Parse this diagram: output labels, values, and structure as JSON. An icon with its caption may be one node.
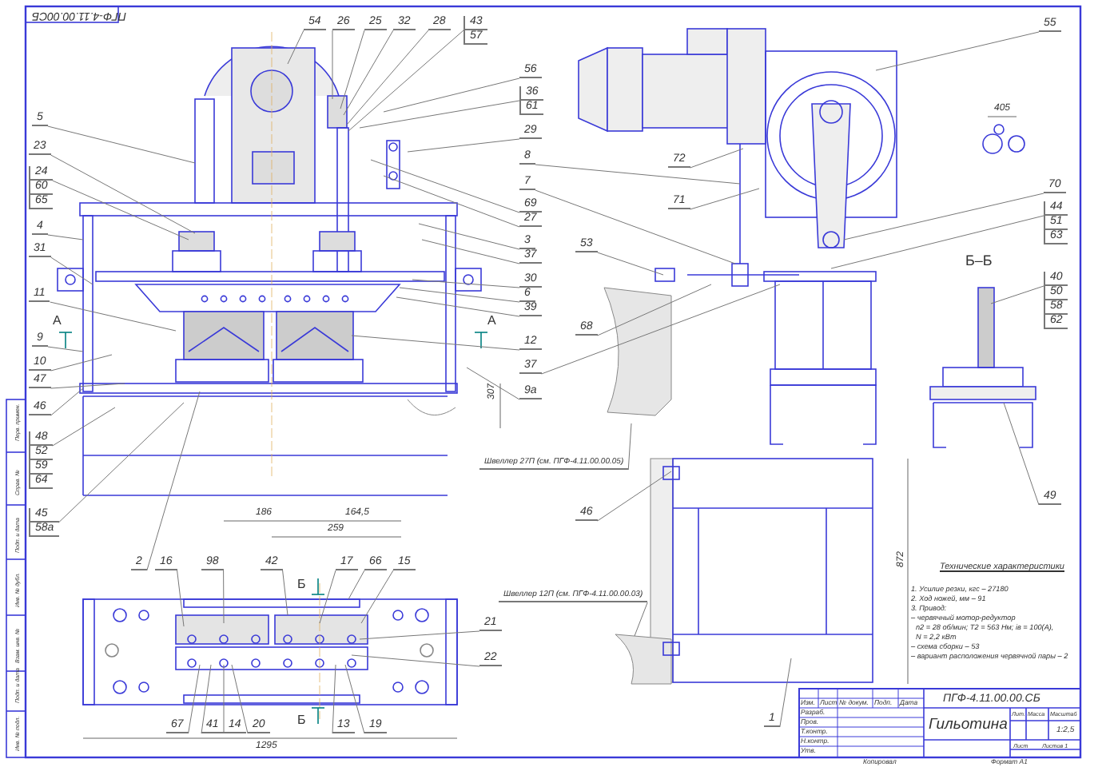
{
  "diagram": {
    "title": "Гильотина",
    "nodes": [
      {
        "text": [
          "54"
        ]
      },
      {
        "text": [
          "26"
        ]
      },
      {
        "text": [
          "25"
        ]
      },
      {
        "text": [
          "32"
        ]
      },
      {
        "text": [
          "28"
        ]
      },
      {
        "text": [
          "43",
          "57"
        ]
      },
      {
        "text": [
          "5"
        ]
      },
      {
        "text": [
          "23"
        ]
      },
      {
        "text": [
          "24",
          "60",
          "65"
        ]
      },
      {
        "text": [
          "4"
        ]
      },
      {
        "text": [
          "31"
        ]
      },
      {
        "text": [
          "11"
        ]
      },
      {
        "text": [
          "9"
        ]
      },
      {
        "text": [
          "10"
        ]
      },
      {
        "text": [
          "47"
        ]
      },
      {
        "text": [
          "46"
        ]
      },
      {
        "text": [
          "48",
          "52",
          "59",
          "64"
        ]
      },
      {
        "text": [
          "45",
          "58а"
        ]
      },
      {
        "text": [
          "2"
        ]
      },
      {
        "text": [
          "16"
        ]
      },
      {
        "text": [
          "98"
        ]
      },
      {
        "text": [
          "42"
        ]
      },
      {
        "text": [
          "17"
        ]
      },
      {
        "text": [
          "66"
        ]
      },
      {
        "text": [
          "15"
        ]
      },
      {
        "text": [
          "21"
        ]
      },
      {
        "text": [
          "22"
        ]
      },
      {
        "text": [
          "67"
        ]
      },
      {
        "text": [
          "41"
        ]
      },
      {
        "text": [
          "14"
        ]
      },
      {
        "text": [
          "20"
        ]
      },
      {
        "text": [
          "13"
        ]
      },
      {
        "text": [
          "19"
        ]
      },
      {
        "text": [
          "56"
        ]
      },
      {
        "text": [
          "36",
          "61"
        ]
      },
      {
        "text": [
          "29"
        ]
      },
      {
        "text": [
          "8"
        ]
      },
      {
        "text": [
          "7"
        ]
      },
      {
        "text": [
          "69"
        ]
      },
      {
        "text": [
          "27"
        ]
      },
      {
        "text": [
          "3"
        ]
      },
      {
        "text": [
          "37"
        ]
      },
      {
        "text": [
          "30"
        ]
      },
      {
        "text": [
          "6"
        ]
      },
      {
        "text": [
          "39"
        ]
      },
      {
        "text": [
          "12"
        ]
      },
      {
        "text": [
          "37"
        ]
      },
      {
        "text": [
          "9а"
        ]
      },
      {
        "text": [
          "55"
        ]
      },
      {
        "text": [
          "72"
        ]
      },
      {
        "text": [
          "71"
        ]
      },
      {
        "text": [
          "53"
        ]
      },
      {
        "text": [
          "68"
        ]
      },
      {
        "text": [
          "70"
        ]
      },
      {
        "text": [
          "44",
          "51",
          "63"
        ]
      },
      {
        "text": [
          "40",
          "50",
          "58",
          "62"
        ]
      },
      {
        "text": [
          "49"
        ]
      },
      {
        "text": [
          "46"
        ]
      },
      {
        "text": [
          "1"
        ]
      },
      {
        "text": [
          "Швеллер 27П (см. ПГФ-4.11.00.00.05)"
        ]
      },
      {
        "text": [
          "Швеллер 12П (см. ПГФ-4.11.00.00.03)"
        ]
      }
    ],
    "edges": [
      {
        "from": 0,
        "to": null,
        "arrow": "none"
      },
      {
        "from": 1,
        "to": null,
        "arrow": "none"
      },
      {
        "from": 2,
        "to": null,
        "arrow": "none"
      },
      {
        "from": 3,
        "to": null,
        "arrow": "none"
      },
      {
        "from": 4,
        "to": null,
        "arrow": "none"
      },
      {
        "from": 5,
        "to": null,
        "arrow": "none"
      },
      {
        "from": 6,
        "to": null,
        "arrow": "none"
      },
      {
        "from": 7,
        "to": null,
        "arrow": "none"
      },
      {
        "from": 8,
        "to": null,
        "arrow": "none"
      },
      {
        "from": 9,
        "to": null,
        "arrow": "none"
      },
      {
        "from": 10,
        "to": null,
        "arrow": "none"
      },
      {
        "from": 11,
        "to": null,
        "arrow": "none"
      },
      {
        "from": 12,
        "to": null,
        "arrow": "none"
      },
      {
        "from": 13,
        "to": null,
        "arrow": "none"
      },
      {
        "from": 14,
        "to": null,
        "arrow": "none"
      },
      {
        "from": 15,
        "to": null,
        "arrow": "none"
      },
      {
        "from": 16,
        "to": null,
        "arrow": "none"
      },
      {
        "from": 17,
        "to": null,
        "arrow": "none"
      },
      {
        "from": 18,
        "to": null,
        "arrow": "none"
      },
      {
        "from": 19,
        "to": null,
        "arrow": "none"
      },
      {
        "from": 20,
        "to": null,
        "arrow": "none"
      },
      {
        "from": 21,
        "to": null,
        "arrow": "none"
      },
      {
        "from": 22,
        "to": null,
        "arrow": "none"
      },
      {
        "from": 23,
        "to": null,
        "arrow": "none"
      },
      {
        "from": 24,
        "to": null,
        "arrow": "none"
      },
      {
        "from": 25,
        "to": null,
        "arrow": "none"
      },
      {
        "from": 26,
        "to": null,
        "arrow": "none"
      },
      {
        "from": 27,
        "to": null,
        "arrow": "none"
      },
      {
        "from": 28,
        "to": null,
        "arrow": "none"
      },
      {
        "from": 29,
        "to": null,
        "arrow": "none"
      },
      {
        "from": 30,
        "to": null,
        "arrow": "none"
      },
      {
        "from": 31,
        "to": null,
        "arrow": "none"
      },
      {
        "from": 32,
        "to": null,
        "arrow": "none"
      },
      {
        "from": 33,
        "to": null,
        "arrow": "none"
      },
      {
        "from": 34,
        "to": null,
        "arrow": "none"
      },
      {
        "from": 35,
        "to": null,
        "arrow": "none"
      },
      {
        "from": 36,
        "to": null,
        "arrow": "none"
      },
      {
        "from": 37,
        "to": null,
        "arrow": "none"
      },
      {
        "from": 38,
        "to": null,
        "arrow": "none"
      },
      {
        "from": 39,
        "to": null,
        "arrow": "none"
      },
      {
        "from": 40,
        "to": null,
        "arrow": "none"
      },
      {
        "from": 41,
        "to": null,
        "arrow": "none"
      },
      {
        "from": 42,
        "to": null,
        "arrow": "none"
      },
      {
        "from": 43,
        "to": null,
        "arrow": "none"
      },
      {
        "from": 44,
        "to": null,
        "arrow": "none"
      },
      {
        "from": 45,
        "to": null,
        "arrow": "none"
      },
      {
        "from": 46,
        "to": null,
        "arrow": "none"
      },
      {
        "from": 47,
        "to": null,
        "arrow": "none"
      },
      {
        "from": 48,
        "to": null,
        "arrow": "none"
      },
      {
        "from": 49,
        "to": null,
        "arrow": "none"
      },
      {
        "from": 50,
        "to": null,
        "arrow": "none"
      },
      {
        "from": 51,
        "to": null,
        "arrow": "none"
      },
      {
        "from": 52,
        "to": null,
        "arrow": "none"
      },
      {
        "from": 53,
        "to": null,
        "arrow": "none"
      },
      {
        "from": 54,
        "to": null,
        "arrow": "none"
      },
      {
        "from": 55,
        "to": null,
        "arrow": "none"
      },
      {
        "from": 56,
        "to": null,
        "arrow": "none"
      },
      {
        "from": 57,
        "to": null,
        "arrow": "none"
      },
      {
        "from": 58,
        "to": null,
        "arrow": "none"
      },
      {
        "from": 59,
        "to": null,
        "arrow": "none"
      },
      {
        "from": 60,
        "to": null,
        "arrow": "none"
      }
    ],
    "labels": [
      "ПГФ-4.11.00.00СБ",
      "А",
      "А",
      "Б",
      "Б",
      "Б–Б",
      "186",
      "164,5",
      "259",
      "1295",
      "307",
      "872",
      "405",
      "Технические характеристики",
      "1. Усилие резки, кгс – 27180",
      "2. Ход ножей, мм – 91",
      "3. Привод:",
      "– червячный мотор-редуктор",
      "n2 = 28 об/мин; T2 = 563 Нм; iв = 100(A),",
      "N = 2,2 кВт",
      "– схема сборки – 53",
      "– вариант расположения червячной пары – 2",
      "ПГФ-4.11.00.00.СБ",
      "Лит.",
      "Масса",
      "Масштаб",
      "1:2,5",
      "Лист",
      "Листов 1",
      "Изм.",
      "Лист",
      "№ докум.",
      "Подп.",
      "Дата",
      "Разраб.",
      "Пров.",
      "Т.контр.",
      "Н.контр.",
      "Утв.",
      "Копировал",
      "Формат А1",
      "Перв. примен.",
      "Справ. №",
      "Подп. и дата",
      "Инв. № дубл.",
      "Взам. инв. №",
      "Подп. и дата",
      "Инв. № подл."
    ]
  }
}
